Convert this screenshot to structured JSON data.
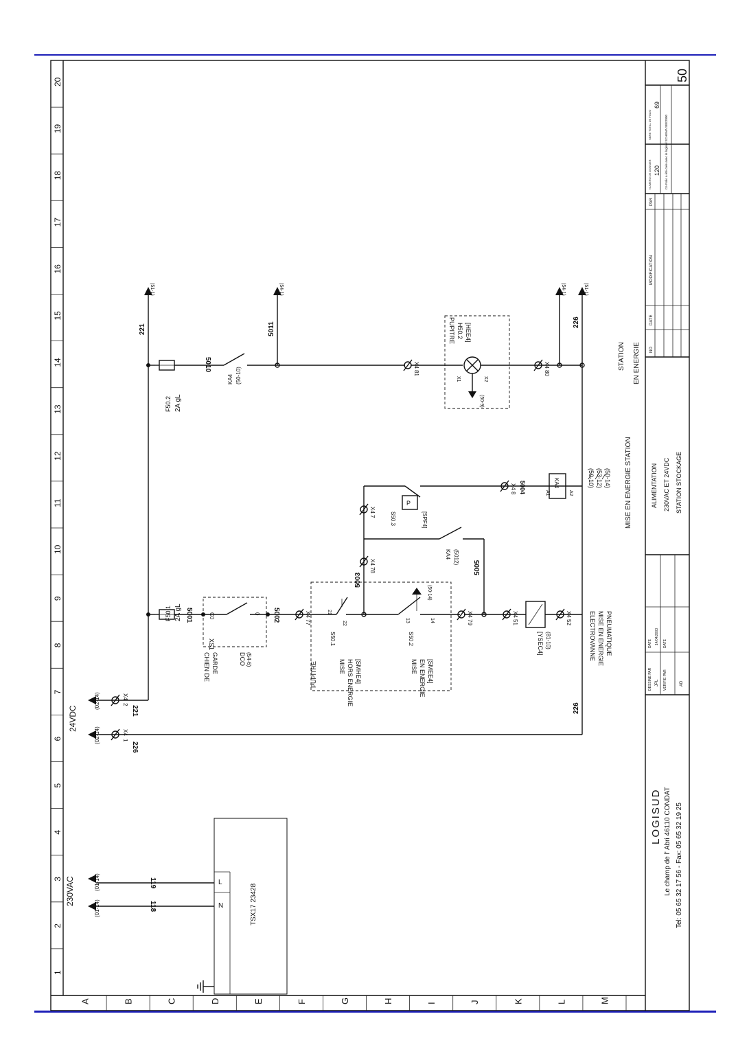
{
  "grid": {
    "cols": [
      "1",
      "2",
      "3",
      "4",
      "5",
      "6",
      "7",
      "8",
      "9",
      "10",
      "11",
      "12",
      "13",
      "14",
      "15",
      "16",
      "17",
      "18",
      "19",
      "20"
    ],
    "rows": [
      "A",
      "B",
      "C",
      "D",
      "E",
      "F",
      "G",
      "H",
      "I",
      "J",
      "K",
      "L",
      "M"
    ]
  },
  "supply": {
    "ac": "230VAC",
    "dc": "24VDC",
    "ref_0114": "(01-14)",
    "ref_0114b": "(01-14)",
    "ref_0214a": "(02-14)",
    "ref_0214b": "(02-14)"
  },
  "wires": {
    "w118": "118",
    "w119": "119",
    "w226a": "226",
    "w221a": "221",
    "w226b": "226",
    "w221b": "221",
    "w226c": "226",
    "w5001": "5001",
    "w5002": "5002",
    "w5003": "5003",
    "w5004": "5004",
    "w5005": "5005",
    "w5010": "5010",
    "w5011": "5011"
  },
  "terminals": {
    "x4": "X4",
    "t1": "1",
    "t2": "2",
    "t77": "77",
    "t78": "78",
    "t79": "79",
    "t51": "51",
    "t52": "52",
    "t7": "7",
    "t8": "8",
    "t81": "81",
    "t80": "80"
  },
  "components": {
    "plc": "TSX17 23428",
    "plc_n": "N",
    "plc_l": "L",
    "f501": "F50.1",
    "f501_rating": "2A gL",
    "f502": "F50.2",
    "f502_rating": "2A gL",
    "xs1": "XS1",
    "xs1_c0": "C0",
    "xs1_0": "0",
    "dco": "DCO",
    "dco_ref": "(54-6)",
    "chien": "CHIEN DE",
    "garde": "GARDE",
    "s501": "S50.1",
    "s502": "S50.2",
    "c21": "21",
    "c22": "22",
    "c13": "13",
    "c14": "14",
    "ref_5014": "(50-14)",
    "pupitre_label": "PUPITRE",
    "mise_hors_1": "MISE",
    "mise_hors_2": "HORS ENERGIE",
    "mise_hors_3": "[SMHE4]",
    "mise_en_1": "MISE",
    "mise_en_2": "EN ENERGIE",
    "mise_en_3": "[SMEE4]",
    "ysec": "[YSEC4]",
    "ysec_ref": "(81-10)",
    "electro_1": "ELECTROVANNE",
    "electro_2": "MISE EN ENERGIE",
    "electro_3": "PNEUMATIQUE",
    "ka4_a": "KA4",
    "ka4_a_ref": "(5012)",
    "s503": "S50.3",
    "s503_p": "P",
    "s503_ref": "[SPF4]",
    "ka4_coil": "KA4",
    "a1": "A1",
    "a2": "A2",
    "ka4_b": "KA4",
    "ka4_b_ref": "(50-10)",
    "h502": "H50.2",
    "h502_ref": "[HEE4]",
    "x1": "X1",
    "x2": "X2",
    "pupitre2": "PUPITRE",
    "ref_509": "(50-9)",
    "mise_en_energie_station": "MISE EN ENERGIE STATION",
    "c_ref1": "(50-10)",
    "c_ref2": "(53-12)",
    "c_ref3": "(50-14)",
    "station_1": "STATION",
    "station_2": "EN ENERGIE"
  },
  "arrows": {
    "a221": "(51-1)",
    "a5011": "(54-1)",
    "a226a": "(54-1)",
    "a226b": "(51-1)"
  },
  "titleblock": {
    "company": "LOGISUD",
    "address": "Le champ de l' Abri     46110 CONDAT",
    "phone": "Tel: 05 65 32 17 56  -  Fax: 05 65 32 19 25",
    "dessine_par": "DESSINE PAR",
    "dessine_val": "JPL",
    "date": "DATE",
    "date_val": "14/04/2003",
    "verifie_par": "VERIFIE PAR",
    "verifie_val": "AD",
    "date2": "DATE",
    "title1": "ALIMENTATION",
    "title2": "230VAC ET 24VDC",
    "title3": "STATION STOCKAGE",
    "no": "NO",
    "date3": "DATE",
    "modification": "MODIFICATION",
    "par": "PAR",
    "numero_dossier": "NUMERO DE DOSSIER",
    "numero_val": "120",
    "nbre_total": "NBRE TOTAL DE FOLIO",
    "nbre_val": "69",
    "note": "Ce Folio a été crée avec le logiciel SCHEMA SEE2000",
    "folio": "50"
  }
}
